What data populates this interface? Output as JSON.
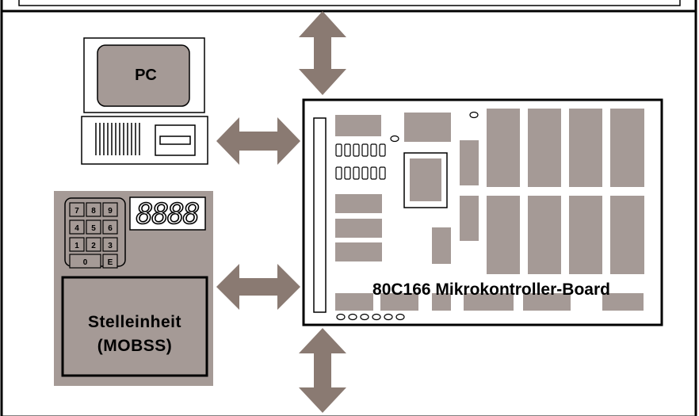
{
  "colors": {
    "fill": "#a59a96",
    "frame": "#000000",
    "background": "#ffffff"
  },
  "pc": {
    "label": "PC"
  },
  "control_unit": {
    "display": "8888",
    "keypad_keys": [
      "7",
      "8",
      "9",
      "4",
      "5",
      "6",
      "1",
      "2",
      "3",
      "0",
      "E"
    ],
    "label_line1": "Stelleinheit",
    "label_line2": "(MOBSS)"
  },
  "board": {
    "label": "80C166 Mikrokontroller-Board"
  }
}
